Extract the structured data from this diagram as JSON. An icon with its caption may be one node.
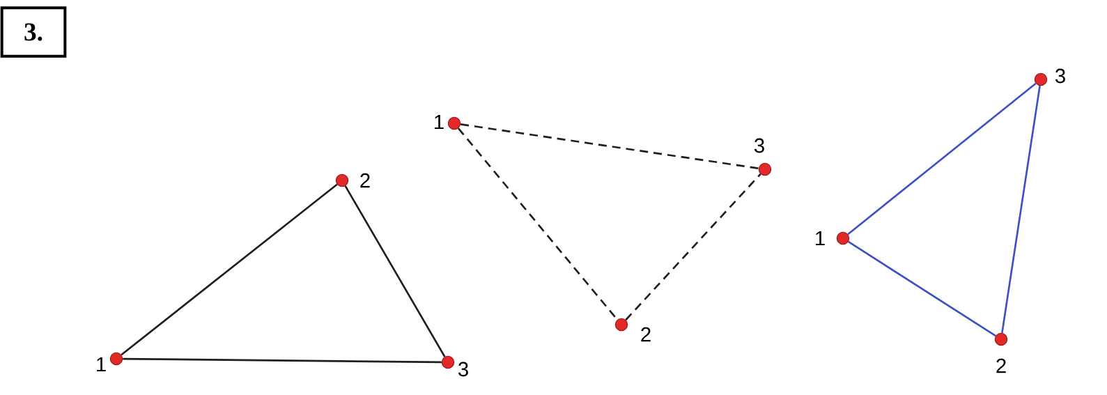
{
  "diagram": {
    "nodes": [
      {
        "text": [],
        "shape": "circle",
        "beside": [
          "1"
        ]
      },
      {
        "text": [],
        "shape": "circle",
        "beside": [
          "2"
        ]
      },
      {
        "text": [],
        "shape": "circle",
        "beside": [
          "3"
        ]
      },
      {
        "text": [],
        "shape": "circle",
        "beside": [
          "1"
        ]
      },
      {
        "text": [],
        "shape": "circle",
        "beside": [
          "2"
        ]
      },
      {
        "text": [],
        "shape": "circle",
        "beside": [
          "3"
        ]
      },
      {
        "text": [],
        "shape": "circle",
        "beside": [
          "1"
        ]
      },
      {
        "text": [],
        "shape": "circle",
        "beside": [
          "2"
        ]
      },
      {
        "text": [],
        "shape": "circle",
        "beside": [
          "3"
        ]
      }
    ],
    "edges": [
      {
        "from": 0,
        "to": 1,
        "arrow": "none"
      },
      {
        "from": 1,
        "to": 2,
        "arrow": "none"
      },
      {
        "from": 0,
        "to": 2,
        "arrow": "none"
      },
      {
        "from": 3,
        "to": 5,
        "arrow": "none",
        "style": "dashed"
      },
      {
        "from": 3,
        "to": 4,
        "arrow": "none",
        "style": "dashed"
      },
      {
        "from": 4,
        "to": 5,
        "arrow": "none",
        "style": "dashed"
      },
      {
        "from": 6,
        "to": 7,
        "arrow": "none",
        "color": "#3f4fc4"
      },
      {
        "from": 7,
        "to": 8,
        "arrow": "none",
        "color": "#3f4fc4"
      },
      {
        "from": 8,
        "to": 6,
        "arrow": "none",
        "color": "#3f4fc4"
      }
    ],
    "labels": [
      "3."
    ]
  }
}
